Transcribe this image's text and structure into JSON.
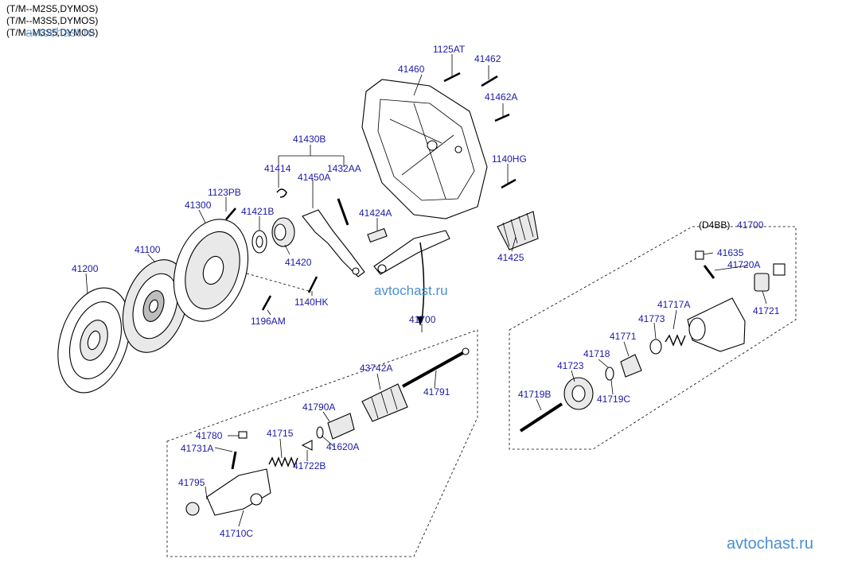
{
  "header": {
    "lines": [
      "(T/M--M2S5,DYMOS)",
      "(T/M--M3S5,DYMOS)",
      "(T/M--M3S5,DYMOS)"
    ]
  },
  "watermarks": {
    "top": "avtochast.ru",
    "middle": "avtochast.ru",
    "bottom": "avtochast.ru"
  },
  "groups": {
    "d4bb": "(D4BB)"
  },
  "labels": {
    "p1125AT": "1125AT",
    "p41462": "41462",
    "p41460": "41460",
    "p41462A": "41462A",
    "p41430B": "41430B",
    "p1140HG": "1140HG",
    "p41414": "41414",
    "p1432AA": "1432AA",
    "p41450A": "41450A",
    "p1123PB": "1123PB",
    "p41300": "41300",
    "p41421B": "41421B",
    "p41424A": "41424A",
    "p41425": "41425",
    "p41100": "41100",
    "p41420": "41420",
    "p41200": "41200",
    "p1140HK": "1140HK",
    "p1196AM": "1196AM",
    "p41700_top": "41700",
    "p41700_mid": "41700",
    "p41635": "41635",
    "p41720A": "41720A",
    "p41721": "41721",
    "p41717A": "41717A",
    "p41773": "41773",
    "p41771": "41771",
    "p41718": "41718",
    "p41723": "41723",
    "p41719C": "41719C",
    "p41719B": "41719B",
    "p43742A": "43742A",
    "p41791": "41791",
    "p41790A": "41790A",
    "p41780": "41780",
    "p41715": "41715",
    "p41731A": "41731A",
    "p41620A": "41620A",
    "p41722B": "41722B",
    "p41795": "41795",
    "p41710C": "41710C"
  },
  "colors": {
    "label": "#1a1aa8",
    "watermark": "#4a8fd0",
    "line": "#000000"
  }
}
